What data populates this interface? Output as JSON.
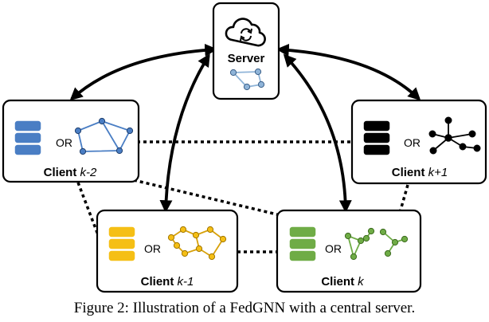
{
  "colors": {
    "server": "#8fb4d8",
    "client_k_minus_2": "#4a7ec4",
    "client_k_plus_1": "#000000",
    "client_k_minus_1": "#f5bf15",
    "client_k": "#6fac46"
  },
  "nodes": {
    "server": {
      "title": "Server",
      "icon": "cloud-sync-icon",
      "graph": "server-graph-icon"
    },
    "client_k_minus_2": {
      "title_prefix": "Client ",
      "title_var": "k-2",
      "or": "OR",
      "icon": "database-icon",
      "graph": "graph-icon"
    },
    "client_k_plus_1": {
      "title_prefix": "Client ",
      "title_var": "k+1",
      "or": "OR",
      "icon": "database-icon",
      "graph": "star-graph-icon"
    },
    "client_k_minus_1": {
      "title_prefix": "Client ",
      "title_var": "k-1",
      "or": "OR",
      "icon": "database-icon",
      "graph": "graph-icon"
    },
    "client_k": {
      "title_prefix": "Client ",
      "title_var": "k",
      "or": "OR",
      "icon": "database-icon",
      "graph": "subgraphs-icon"
    }
  },
  "caption": "Figure 2: Illustration of a FedGNN with a central server."
}
